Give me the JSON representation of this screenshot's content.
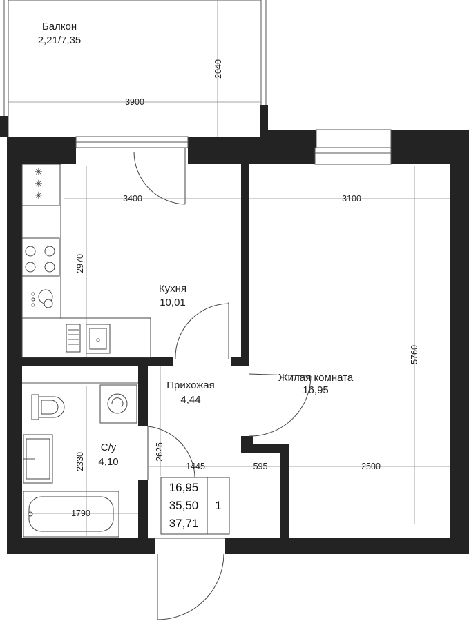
{
  "rooms": {
    "balcony": {
      "name": "Балкон",
      "area": "2,21/7,35"
    },
    "kitchen": {
      "name": "Кухня",
      "area": "10,01"
    },
    "hall": {
      "name": "Прихожая",
      "area": "4,44"
    },
    "living": {
      "name": "Жилая комната",
      "area": "16,95"
    },
    "bathroom": {
      "name": "С/у",
      "area": "4,10"
    }
  },
  "dimensions": {
    "balcony_width": "3900",
    "balcony_depth": "2040",
    "kitchen_width": "3400",
    "kitchen_depth": "2970",
    "living_width": "3100",
    "living_depth": "5760",
    "hall_depth": "2625",
    "hall_width": "1445",
    "offset": "595",
    "living_lower_width": "2500",
    "bath_depth": "2330",
    "bath_width": "1790"
  },
  "summary": {
    "living_area": "16,95",
    "total_area": "35,50",
    "total_with_balcony": "37,71",
    "rooms_count": "1"
  },
  "colors": {
    "wall": "#232323",
    "background": "#ffffff"
  }
}
